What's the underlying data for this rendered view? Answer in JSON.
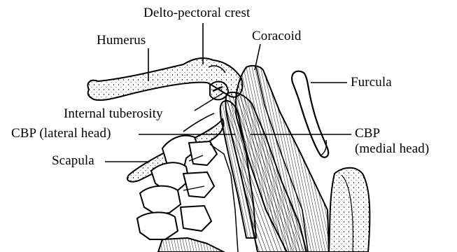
{
  "labels": {
    "deltopectoral_crest": "Delto-pectoral crest",
    "humerus": "Humerus",
    "coracoid": "Coracoid",
    "furcula": "Furcula",
    "internal_tuberosity": "Internal tuberosity",
    "cbp_lateral_head": "CBP (lateral head)",
    "cbp_medial_head_line1": "CBP",
    "cbp_medial_head_line2": "(medial head)",
    "scapula": "Scapula"
  },
  "colors": {
    "ink": "#000000",
    "paper": "#ffffff"
  }
}
